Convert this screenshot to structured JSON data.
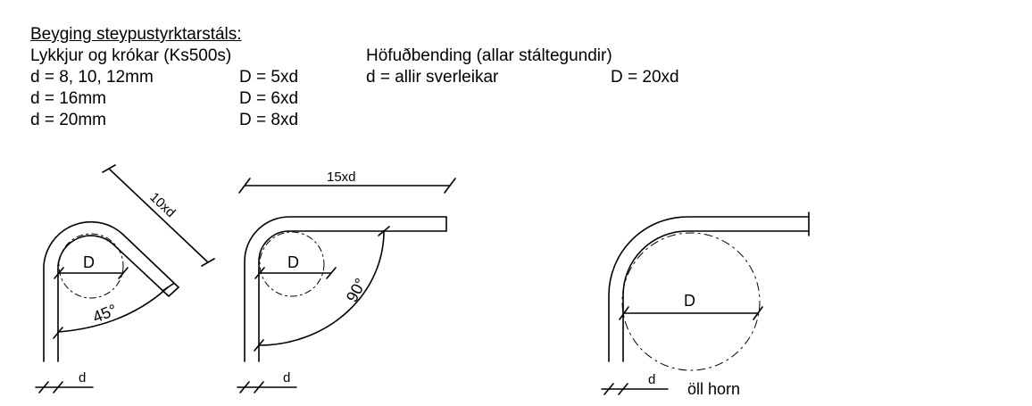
{
  "heading": "Beyging steypustyrktarstáls:",
  "left_table": {
    "title": "Lykkjur og krókar (Ks500s)",
    "rows": [
      {
        "d": "d = 8, 10, 12mm",
        "D": "D = 5xd"
      },
      {
        "d": "d = 16mm",
        "D": "D = 6xd"
      },
      {
        "d": "d = 20mm",
        "D": "D = 8xd"
      }
    ]
  },
  "right_table": {
    "title": "Höfuðbending (allar stáltegundir)",
    "row": {
      "d": "d = allir sverleikar",
      "D": "D = 20xd"
    }
  },
  "diagrams": {
    "hook45": {
      "length_label": "10xd",
      "diameter_label": "D",
      "angle_label": "45°",
      "bar_label": "d"
    },
    "hook90": {
      "length_label": "15xd",
      "diameter_label": "D",
      "angle_label": "90°",
      "bar_label": "d"
    },
    "main_bend": {
      "diameter_label": "D",
      "bar_label": "d",
      "caption": "öll horn"
    }
  }
}
